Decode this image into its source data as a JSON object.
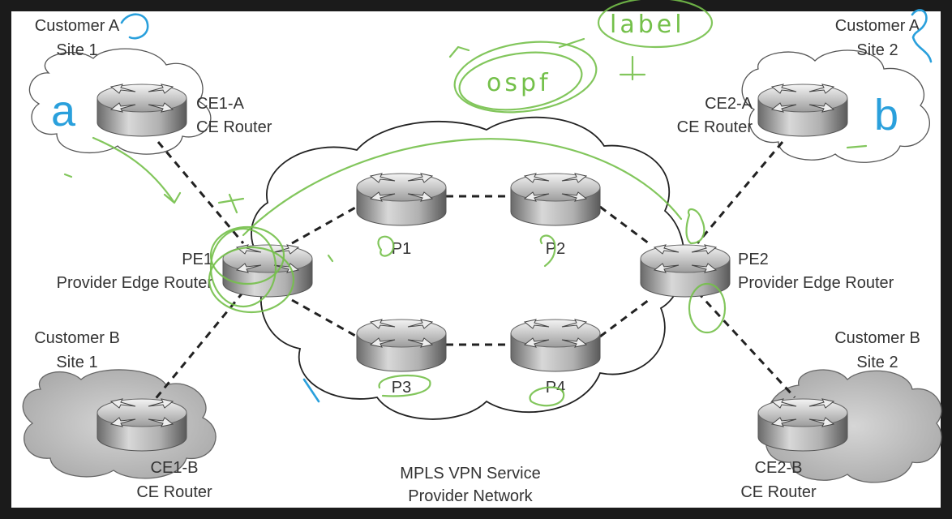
{
  "diagram": {
    "title_lines": [
      "MPLS VPN Service",
      "Provider Network"
    ],
    "sites": {
      "cust_a_site1": [
        "Customer A",
        "Site 1"
      ],
      "cust_a_site2": [
        "Customer A",
        "Site 2"
      ],
      "cust_b_site1": [
        "Customer B",
        "Site 1"
      ],
      "cust_b_site2": [
        "Customer B",
        "Site 2"
      ]
    },
    "routers": {
      "ce1a": [
        "CE1-A",
        "CE Router"
      ],
      "ce2a": [
        "CE2-A",
        "CE Router"
      ],
      "ce1b": [
        "CE1-B",
        "CE Router"
      ],
      "ce2b": [
        "CE2-B",
        "CE Router"
      ],
      "pe1": [
        "PE1",
        "Provider Edge Router"
      ],
      "pe2": [
        "PE2",
        "Provider Edge Router"
      ],
      "p1": "P1",
      "p2": "P2",
      "p3": "P3",
      "p4": "P4"
    },
    "annotations": {
      "ospf": "ospf",
      "label": "label",
      "a": "a",
      "b": "b"
    },
    "colors": {
      "ink_green": "#74c04a",
      "ink_blue": "#2aa0dc",
      "background": "#ffffff",
      "border": "#1b1b1b"
    }
  }
}
